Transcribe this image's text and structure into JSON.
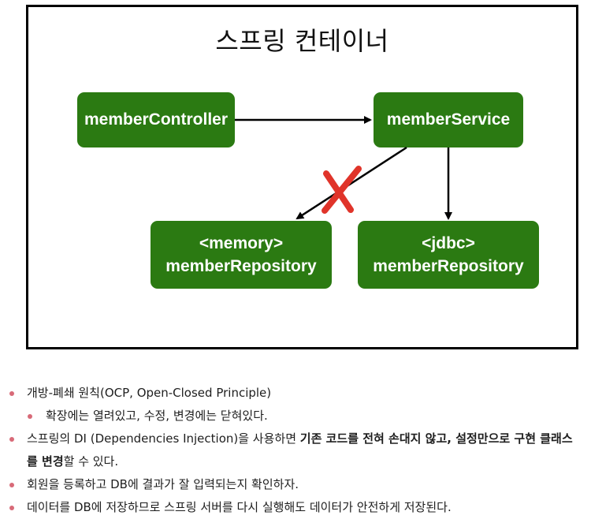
{
  "diagram": {
    "title": "스프링 컨테이너",
    "nodes": {
      "controller": {
        "line1": "memberController"
      },
      "service": {
        "line1": "memberService"
      },
      "memory": {
        "line1": "<memory>",
        "line2": "memberRepository"
      },
      "jdbc": {
        "line1": "<jdbc>",
        "line2": "memberRepository"
      }
    },
    "colors": {
      "node_fill": "#2b7a12",
      "node_text": "#ffffff",
      "cross_mark": "#e0342a",
      "bullet": "#d86a78"
    }
  },
  "notes": [
    {
      "text": "개방-폐쇄 원칙(OCP, Open-Closed Principle)"
    },
    {
      "text": "확장에는 열려있고, 수정, 변경에는 닫혀있다."
    },
    {
      "pre": "스프링의 DI (Dependencies Injection)을 사용하면 ",
      "bold1": "기존 코드를 전혀 손대지 않고, 설정만으로 구현 클래스를 변경",
      "post": "할 수 있다."
    },
    {
      "text": "회원을 등록하고 DB에 결과가 잘 입력되는지 확인하자."
    },
    {
      "text": "데이터를 DB에 저장하므로 스프링 서버를 다시 실행해도 데이터가 안전하게 저장된다."
    }
  ]
}
